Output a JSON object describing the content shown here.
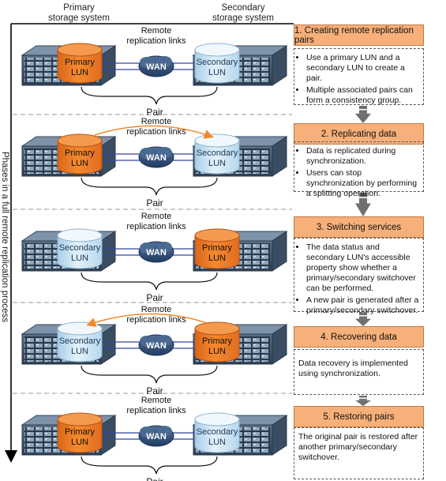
{
  "headers": {
    "primary": [
      "Primary",
      "storage system"
    ],
    "secondary": [
      "Secondary",
      "storage system"
    ]
  },
  "vertical_label": "Phases in a full remote replication process",
  "phases": [
    {
      "left_lun": [
        "Primary",
        "LUN"
      ],
      "left_color": "orange",
      "right_lun": [
        "Secondary",
        "LUN"
      ],
      "right_color": "blue",
      "links_label": [
        "Remote",
        "replication links"
      ],
      "wan": "WAN",
      "pair": "Pair",
      "arrow": "none",
      "title": "1. Creating remote replication pairs",
      "bullets": [
        "Use a primary LUN and a secondary LUN to create a pair.",
        "Multiple associated pairs can form a consistency group."
      ],
      "text": ""
    },
    {
      "left_lun": [
        "Primary",
        "LUN"
      ],
      "left_color": "orange",
      "right_lun": [
        "Secondary",
        "LUN"
      ],
      "right_color": "blue",
      "links_label": [
        "Remote",
        "replication links"
      ],
      "wan": "WAN",
      "pair": "Pair",
      "arrow": "right",
      "title": "2. Replicating data",
      "bullets": [
        "Data is replicated during synchronization.",
        "Users can stop synchronization by performing a splitting operation."
      ],
      "text": ""
    },
    {
      "left_lun": [
        "Secondary",
        "LUN"
      ],
      "left_color": "blue",
      "right_lun": [
        "Primary",
        "LUN"
      ],
      "right_color": "orange",
      "links_label": [
        "Remote",
        "replication links"
      ],
      "wan": "WAN",
      "pair": "Pair",
      "arrow": "none",
      "title": "3. Switching services",
      "bullets": [
        "The data status and secondary LUN's accessible property show whether a primary/secondary switchover can be performed.",
        "A new pair is generated after a primary/secondary switchover."
      ],
      "text": ""
    },
    {
      "left_lun": [
        "Secondary",
        "LUN"
      ],
      "left_color": "blue",
      "right_lun": [
        "Primary",
        "LUN"
      ],
      "right_color": "orange",
      "links_label": [
        "Remote",
        "replication links"
      ],
      "wan": "WAN",
      "pair": "Pair",
      "arrow": "left",
      "title": "4. Recovering data",
      "bullets": [],
      "text": "Data recovery is implemented using synchronization."
    },
    {
      "left_lun": [
        "Primary",
        "LUN"
      ],
      "left_color": "orange",
      "right_lun": [
        "Secondary",
        "LUN"
      ],
      "right_color": "blue",
      "links_label": [
        "Remote",
        "replication links"
      ],
      "wan": "WAN",
      "pair": "Pair",
      "arrow": "none",
      "title": "5. Restoring pairs",
      "bullets": [],
      "text": "The original pair is restored after another primary/secondary switchover."
    }
  ]
}
